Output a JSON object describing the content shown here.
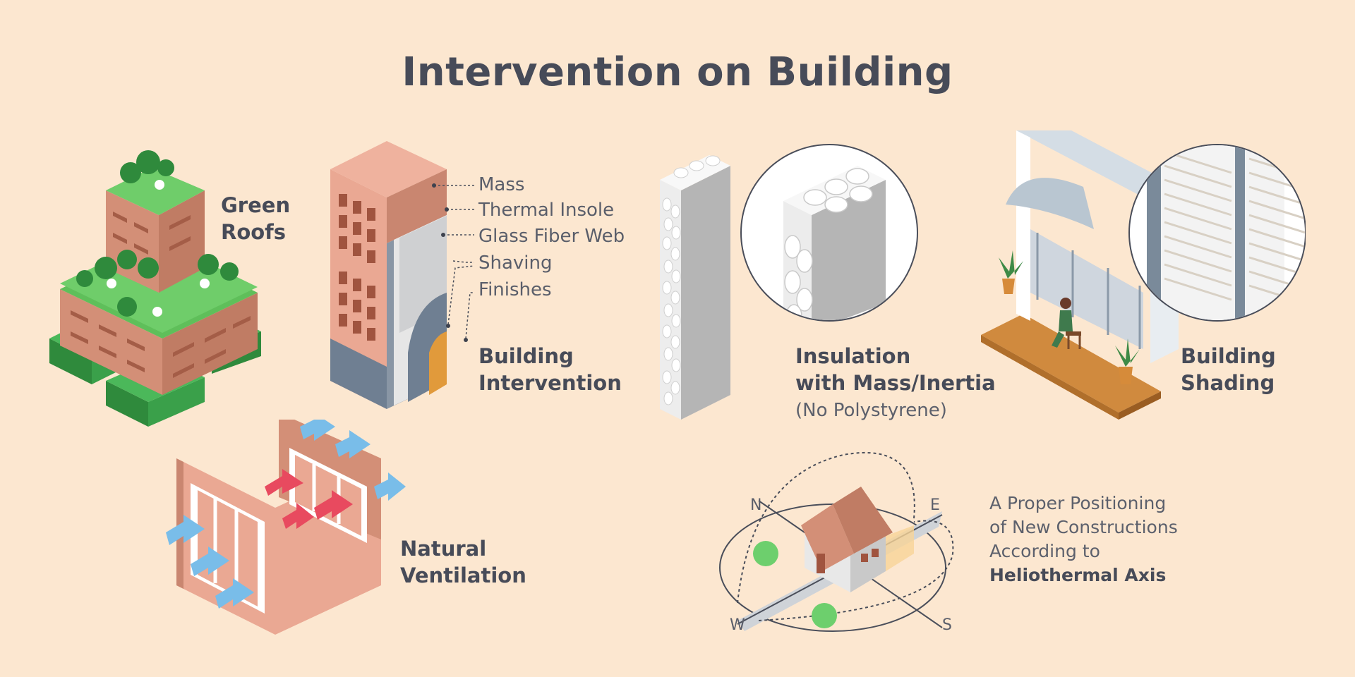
{
  "title": "Intervention on Building",
  "sections": {
    "green_roofs": {
      "line1": "Green",
      "line2": "Roofs"
    },
    "building_intervention": {
      "line1": "Building",
      "line2": "Intervention",
      "layers": [
        "Mass",
        "Thermal Insole",
        "Glass Fiber Web",
        "Shaving",
        "Finishes"
      ]
    },
    "insulation": {
      "line1": "Insulation",
      "line2": "with Mass/Inertia",
      "note": "(No Polystyrene)"
    },
    "building_shading": {
      "line1": "Building",
      "line2": "Shading"
    },
    "natural_ventilation": {
      "line1": "Natural",
      "line2": "Ventilation"
    },
    "heliothermal": {
      "line1": "A Proper Positioning",
      "line2": "of New Constructions",
      "line3": "According to",
      "line4": "Heliothermal Axis",
      "compass": {
        "n": "N",
        "e": "E",
        "w": "W",
        "s": "S"
      }
    }
  },
  "colors": {
    "background": "#fce7d0",
    "text": "#474b58",
    "brick": "#d38f77",
    "green": "#58b44f",
    "warm_arrow": "#e84a5f",
    "cool_arrow": "#79bde9",
    "sun": "#6dcf6d"
  }
}
